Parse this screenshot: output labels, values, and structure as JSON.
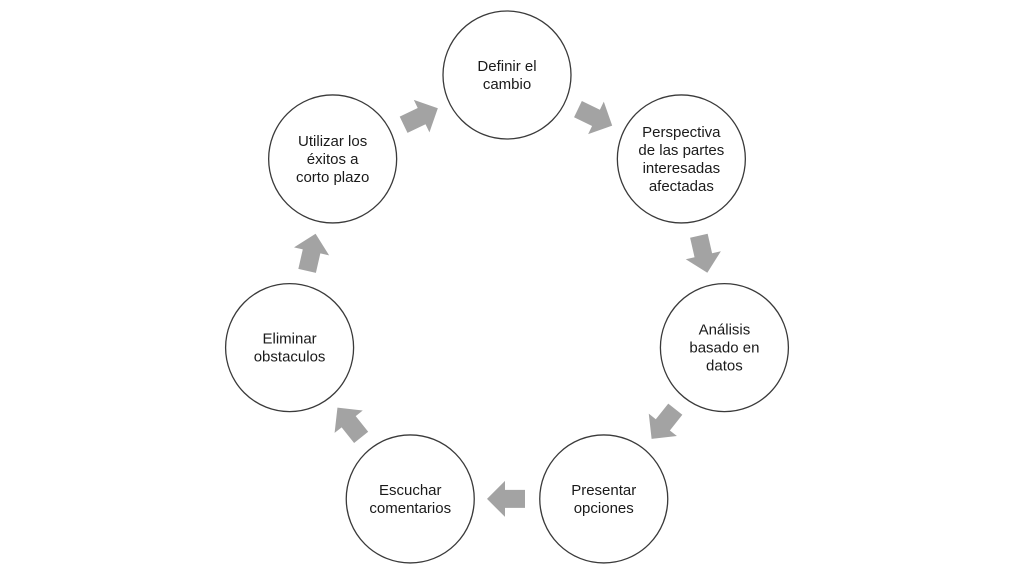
{
  "diagram": {
    "steps": [
      {
        "lines": [
          "Definir el",
          "cambio"
        ]
      },
      {
        "lines": [
          "Perspectiva",
          "de las partes",
          "interesadas",
          "afectadas"
        ]
      },
      {
        "lines": [
          "Análisis",
          "basado en",
          "datos"
        ]
      },
      {
        "lines": [
          "Presentar",
          "opciones"
        ]
      },
      {
        "lines": [
          "Escuchar",
          "comentarios"
        ]
      },
      {
        "lines": [
          "Eliminar",
          "obstaculos"
        ]
      },
      {
        "lines": [
          "Utilizar los",
          "éxitos a",
          "corto plazo"
        ]
      }
    ],
    "arrow_color": "#a3a3a3",
    "circle_stroke": "#3a3a3a"
  }
}
